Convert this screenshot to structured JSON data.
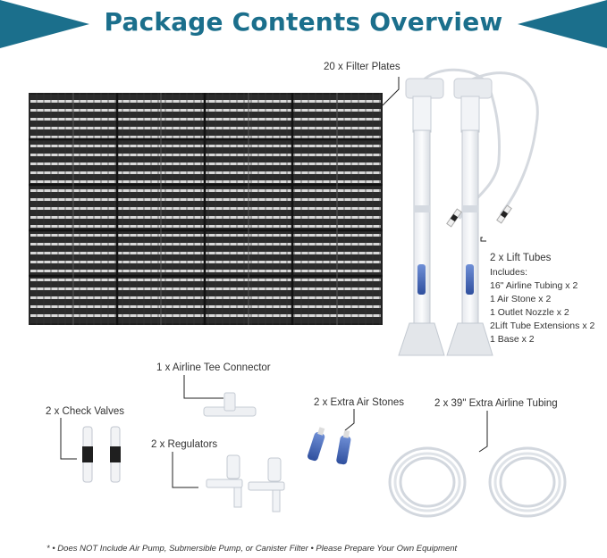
{
  "title": "Package Contents Overview",
  "colors": {
    "accent": "#1b6f8c",
    "grid_dark": "#2a2a2a",
    "stone_blue": "#3a5fb0"
  },
  "labels": {
    "filter_plates": "20 x Filter Plates",
    "lift_tubes": "2 x Lift Tubes",
    "includes": "Includes:",
    "airline_tubing": "16\" Airline Tubing x 2",
    "air_stone": "1 Air Stone x 2",
    "outlet_nozzle": "1 Outlet Nozzle x 2",
    "lift_tube_ext": "2Lift Tube Extensions x 2",
    "base": "1 Base x 2",
    "tee_connector": "1 x Airline Tee Connector",
    "check_valves": "2 x Check Valves",
    "regulators": "2 x Regulators",
    "extra_air_stones": "2 x Extra Air Stones",
    "extra_airline": "2 x 39\" Extra Airline Tubing"
  },
  "footer": "* • Does NOT Include Air Pump, Submersible Pump, or Canister Filter  • Please Prepare Your Own Equipment"
}
